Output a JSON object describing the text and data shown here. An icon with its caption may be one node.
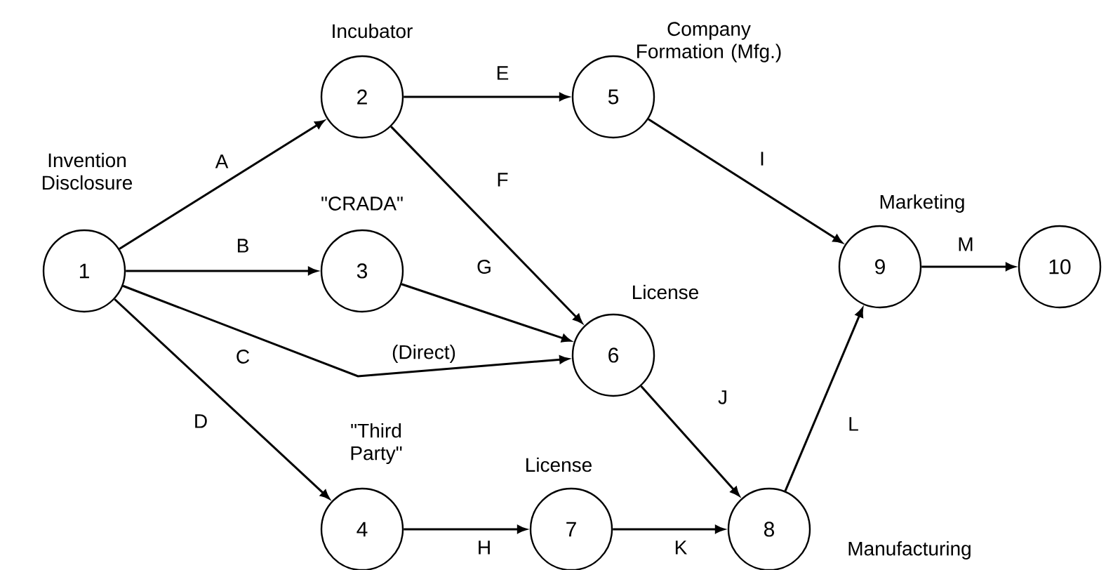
{
  "diagram": {
    "nodes": [
      {
        "text": [
          "1"
        ],
        "beside": [
          "Invention Disclosure"
        ]
      },
      {
        "text": [
          "2"
        ],
        "beside": [
          "Incubator"
        ]
      },
      {
        "text": [
          "3"
        ],
        "beside": [
          "\"CRADA\""
        ]
      },
      {
        "text": [
          "4"
        ],
        "beside": [
          "\"Third Party\""
        ]
      },
      {
        "text": [
          "5"
        ],
        "beside": [
          "Company Formation (Mfg.)"
        ]
      },
      {
        "text": [
          "6"
        ],
        "beside": [
          "License"
        ]
      },
      {
        "text": [
          "7"
        ],
        "beside": [
          "License"
        ]
      },
      {
        "text": [
          "8"
        ],
        "beside": [
          "Manufacturing"
        ]
      },
      {
        "text": [
          "9"
        ],
        "beside": [
          "Marketing"
        ]
      },
      {
        "text": [
          "10"
        ]
      }
    ],
    "edges": [
      {
        "from": 0,
        "to": 1,
        "arrow": "to",
        "label": "A"
      },
      {
        "from": 0,
        "to": 2,
        "arrow": "to",
        "label": "B"
      },
      {
        "from": 0,
        "to": 5,
        "arrow": "to",
        "label": "C"
      },
      {
        "from": 0,
        "to": 3,
        "arrow": "to",
        "label": "D"
      },
      {
        "from": 1,
        "to": 4,
        "arrow": "to",
        "label": "E"
      },
      {
        "from": 1,
        "to": 5,
        "arrow": "to",
        "label": "F"
      },
      {
        "from": 2,
        "to": 5,
        "arrow": "to",
        "label": "G"
      },
      {
        "from": 3,
        "to": 6,
        "arrow": "to",
        "label": "H"
      },
      {
        "from": 4,
        "to": 8,
        "arrow": "to",
        "label": "I"
      },
      {
        "from": 5,
        "to": 7,
        "arrow": "to",
        "label": "J"
      },
      {
        "from": 6,
        "to": 7,
        "arrow": "to",
        "label": "K"
      },
      {
        "from": 7,
        "to": 8,
        "arrow": "to",
        "label": "L"
      },
      {
        "from": 8,
        "to": 9,
        "arrow": "to",
        "label": "M"
      }
    ],
    "labels": [
      "(Direct)"
    ]
  }
}
